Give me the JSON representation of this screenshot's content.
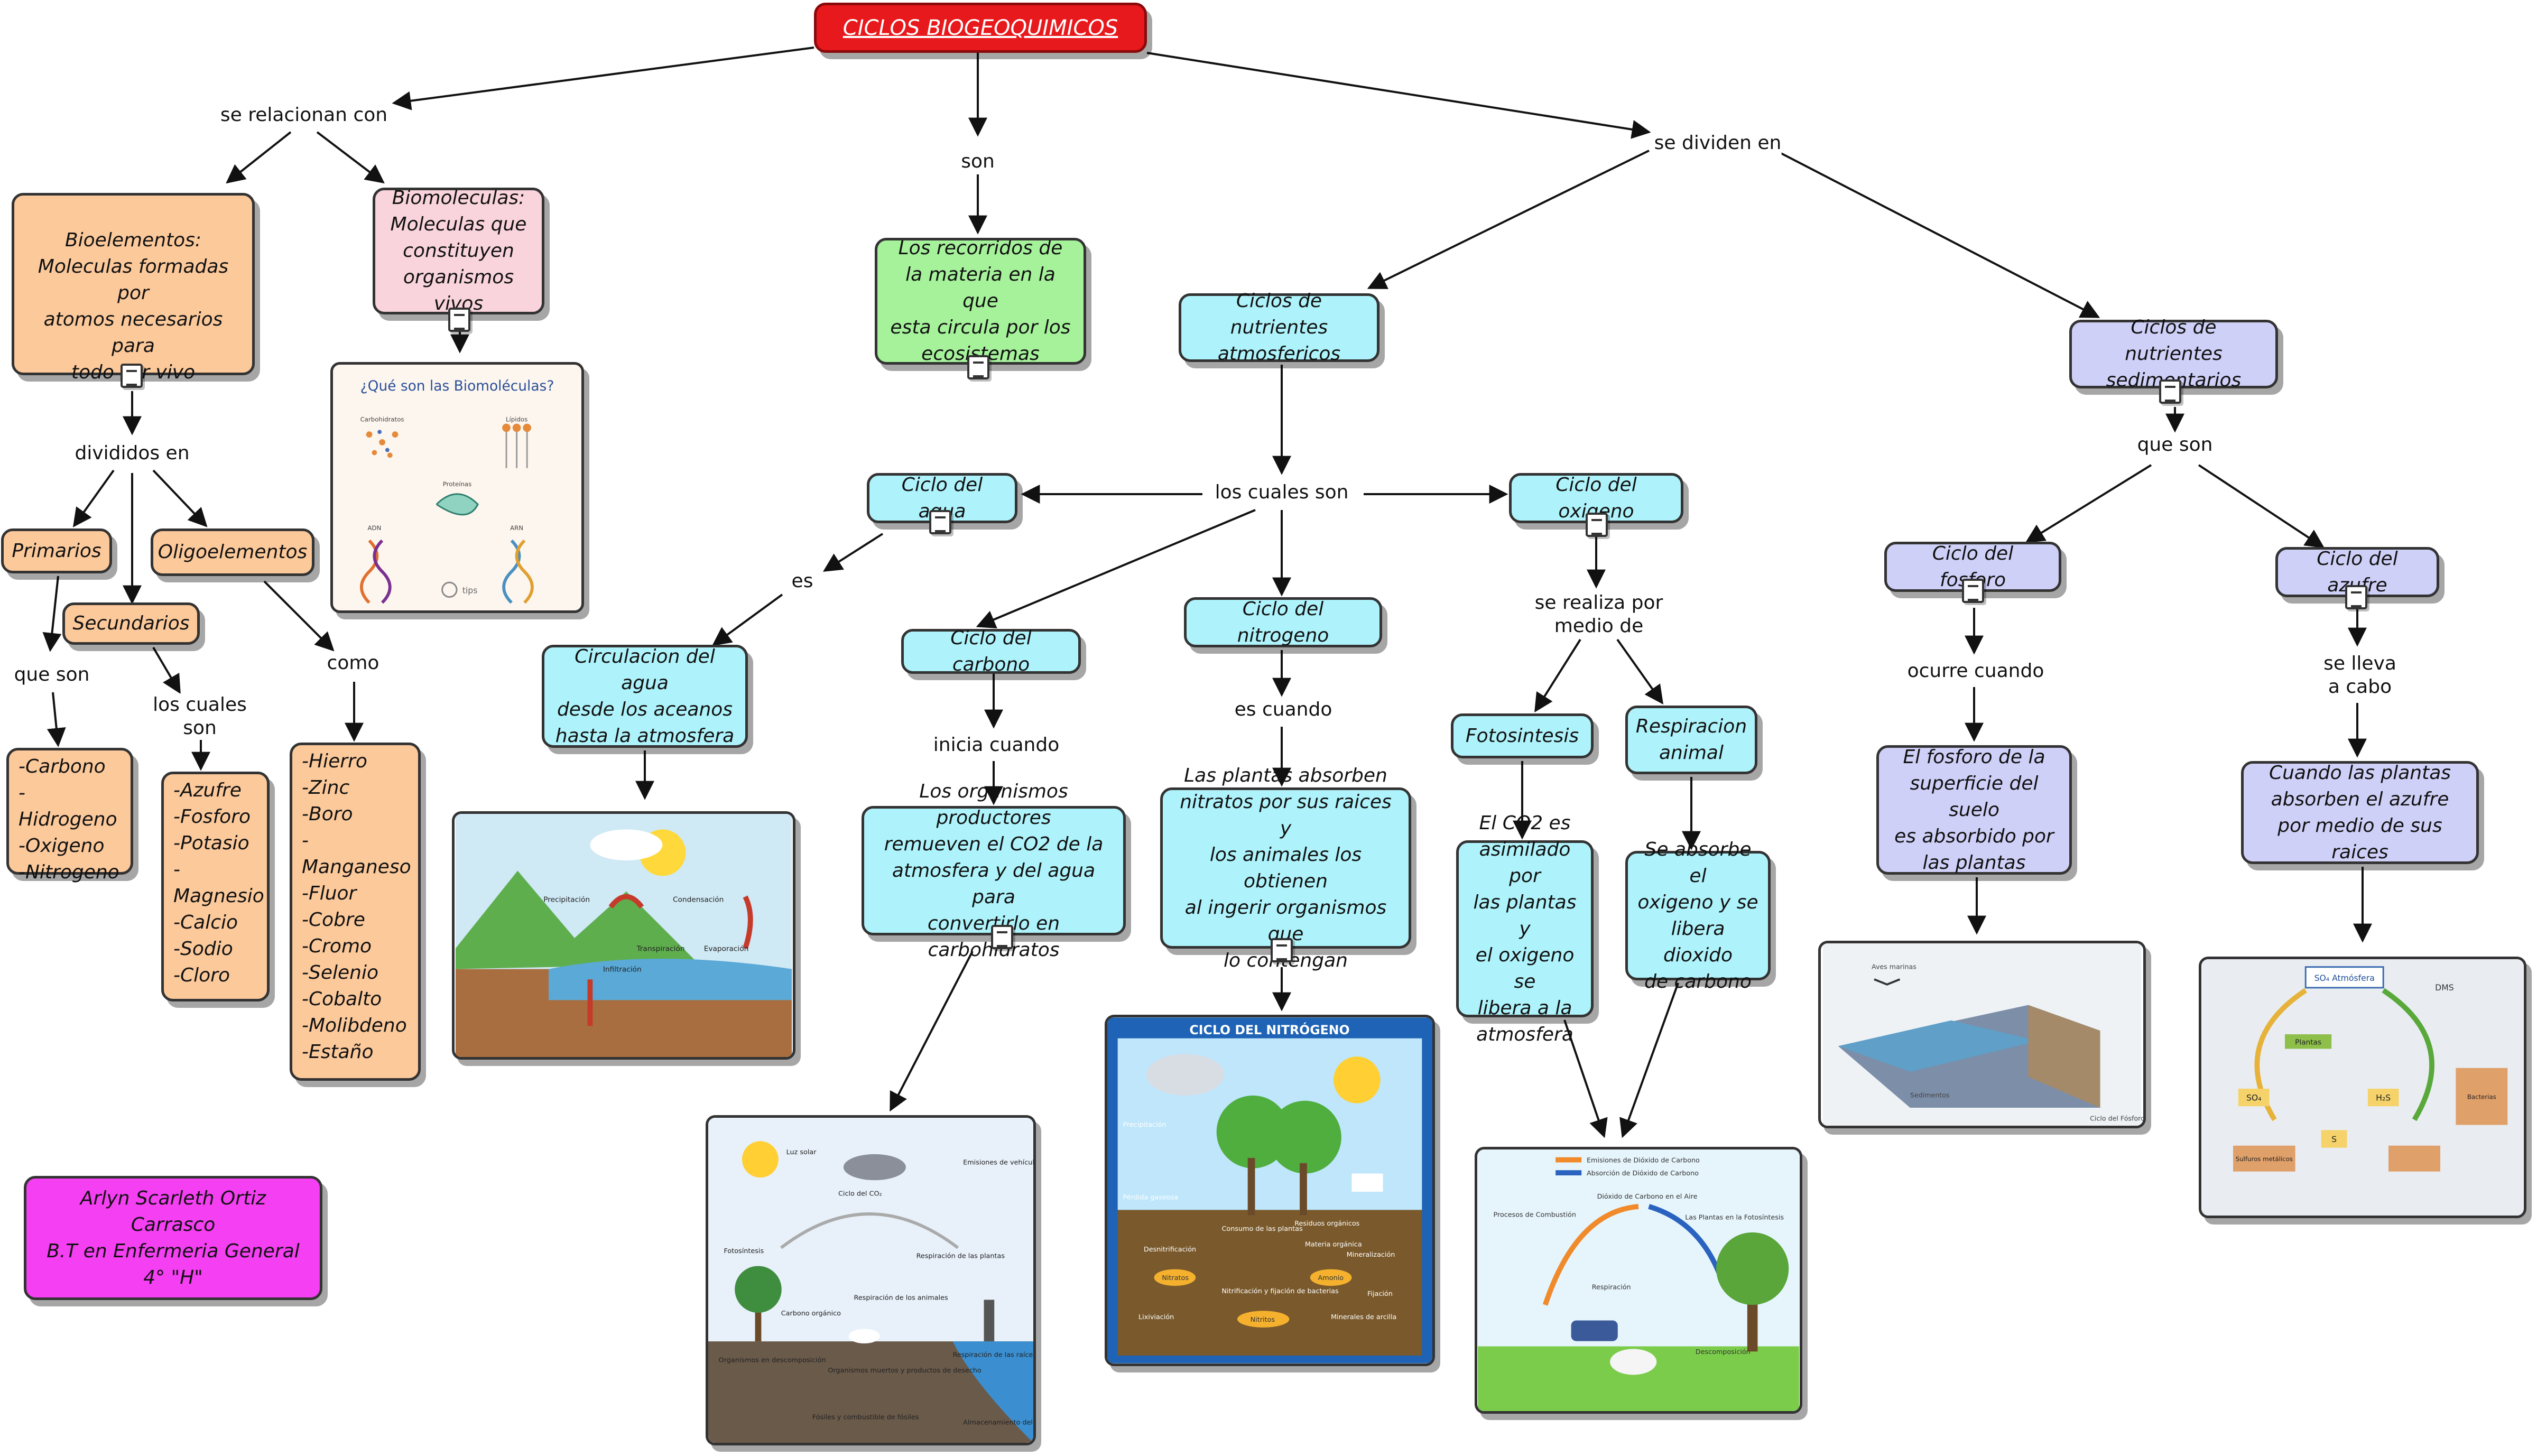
{
  "title": "CICLOS BIOGEOQUIMICOS",
  "author": "Arlyn Scarleth Ortiz Carrasco\nB.T en Enfermeria General\n4° \"H\"",
  "nodes": {
    "bioelementos": "Bioelementos:\nMoleculas formadas por\natomos necesarios para\ntodo ser vivo",
    "biomoleculas": "Biomoleculas:\nMoleculas que\nconstituyen\norganismos vivos",
    "recorridos": "Los recorridos de\nla materia en la que\nesta circula por los\necosistemas",
    "atmosfericos": "Ciclos de nutrientes\natmosfericos",
    "sedimentarios": "Ciclos de nutrientes\nsedimentarios",
    "primarios": "Primarios",
    "secundarios": "Secundarios",
    "oligoelementos": "Oligoelementos",
    "primarios_list": "-Carbono\n-Hidrogeno\n-Oxigeno\n-Nitrogeno",
    "secundarios_list": "-Azufre\n-Fosforo\n-Potasio\n-Magnesio\n-Calcio\n-Sodio\n-Cloro",
    "oligo_list": "-Hierro\n-Zinc\n-Boro\n-Manganeso\n-Fluor\n-Cobre\n-Cromo\n-Selenio\n-Cobalto\n-Molibdeno\n-Estaño",
    "agua": "Ciclo del agua",
    "oxigeno": "Ciclo del oxigeno",
    "carbono": "Ciclo del carbono",
    "nitrogeno": "Ciclo del nitrogeno",
    "agua_desc": "Circulacion del agua\ndesde los aceanos\nhasta la atmosfera",
    "carbono_desc": "Los organismos productores\nremueven el CO2 de la\natmosfera y del agua para\nconvertirlo en carbohidratos",
    "nitrogeno_desc": "Las plantas absorben\nnitratos por sus raices y\nlos animales los obtienen\nal ingerir organismos que\nlo contengan",
    "fotosintesis": "Fotosintesis",
    "respiracion": "Respiracion\nanimal",
    "foto_desc": "El CO2 es\nasimilado por\nlas plantas y\nel oxigeno se\nlibera a la\natmosfera",
    "resp_desc": "Se absorbe el\noxigeno y se\nlibera dioxido\nde carbono",
    "fosforo": "Ciclo del fosforo",
    "azufre": "Ciclo del azufre",
    "fosforo_desc": "El fosforo de la\nsuperficie del suelo\nes absorbido por\nlas plantas",
    "azufre_desc": "Cuando las plantas\nabsorben el azufre\npor medio de sus raices"
  },
  "links": {
    "se_relacionan": "se relacionan con",
    "son": "son",
    "se_dividen": "se dividen en",
    "divididos": "divididos en",
    "que_son": "que son",
    "los_cuales_son_sec": "los cuales\nson",
    "como": "como",
    "los_cuales_son": "los cuales son",
    "es": "es",
    "inicia": "inicia cuando",
    "es_cuando": "es cuando",
    "se_realiza": "se realiza por\nmedio de",
    "que_son_sed": "que son",
    "ocurre": "ocurre cuando",
    "se_lleva": "se lleva\na cabo"
  },
  "images": {
    "biomoleculas": {
      "title": "¿Qué son las Biomoléculas?",
      "carbohidratos": "Carbohidratos",
      "lipidos": "Lípidos",
      "proteinas": "Proteínas",
      "adn": "ADN",
      "arn": "ARN",
      "tips": "tips"
    },
    "agua": {
      "precipitacion": "Precipitación",
      "condensacion": "Condensación",
      "transpiracion": "Transpiración",
      "evaporacion": "Evaporación",
      "infiltracion": "Infiltración"
    },
    "carbono": {
      "luz_solar": "Luz solar",
      "ciclo_co2": "Ciclo del CO₂",
      "emisiones": "Emisiones de vehículos y fábricas",
      "fotosintesis": "Fotosíntesis",
      "resp_plantas": "Respiración de las plantas",
      "carbono_organico": "Carbono orgánico",
      "resp_animales": "Respiración de los animales",
      "organismos": "Organismos en descomposición",
      "muertos": "Organismos muertos y productos de desecho",
      "resp_raices": "Respiración de las raíces",
      "fosiles": "Fósiles y combustible de fósiles",
      "oceano": "Almacenamiento del océano"
    },
    "nitrogeno": {
      "title": "CICLO DEL NITRÓGENO",
      "precipitacion": "Precipitación",
      "perdida": "Pérdida gaseosa",
      "consumo": "Consumo de las plantas",
      "residuos": "Residuos orgánicos",
      "materia": "Materia orgánica",
      "desnitrificacion": "Desnitrificación",
      "mineralizacion": "Mineralización",
      "nitratos": "Nitratos",
      "amonio": "Amonio",
      "nitrificacion": "Nitrificación y fijación de bacterias",
      "fijacion": "Fijación",
      "lixiviacion": "Lixiviación",
      "nitritos": "Nitritos",
      "minerales": "Minerales de arcilla"
    },
    "oxigeno": {
      "legend1": "Emisiones de Dióxido de Carbono",
      "legend2": "Absorción de Dióxido de Carbono",
      "dioxido": "Dióxido de Carbono en el Aire",
      "procesos": "Procesos de Combustión",
      "plantas": "Las Plantas en la Fotosíntesis",
      "respiracion": "Respiración",
      "descomposicion": "Descomposición"
    },
    "fosforo": {
      "aves": "Aves marinas",
      "sedimentos": "Sedimentos",
      "ciclo": "Ciclo del Fósforo"
    },
    "azufre": {
      "so4": "SO₄ Atmósfera",
      "dms": "DMS",
      "plantas": "Plantas",
      "h2s": "H₂S",
      "so4b": "SO₄",
      "s": "S",
      "bacterias": "Bacterias",
      "sulfuros": "Sulfuros metálicos"
    }
  },
  "colors": {
    "title_bg": "#e8191c",
    "orange": "#fcc99b",
    "pink": "#f9d4dc",
    "green": "#a6f29b",
    "cyan": "#aef3fb",
    "lavender": "#cfd0f8",
    "magenta": "#f43ff2"
  }
}
